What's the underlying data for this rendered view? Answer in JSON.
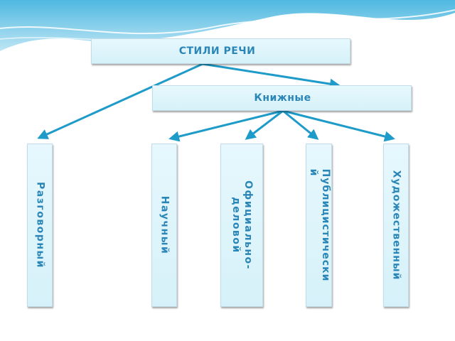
{
  "diagram": {
    "title": "СТИЛИ РЕЧИ",
    "bookish": "Книжные",
    "styles": {
      "colloquial": "Разговорный",
      "scientific": "Научный",
      "official_line1": "Официально-",
      "official_line2": "деловой",
      "publicistic_line1": "Публицистически",
      "publicistic_line2": "й",
      "artistic": "Художественный"
    }
  },
  "colors": {
    "arrow": "#1e9bc9",
    "box_text": "#2b86b8",
    "box_fill": "#dff5fb"
  }
}
